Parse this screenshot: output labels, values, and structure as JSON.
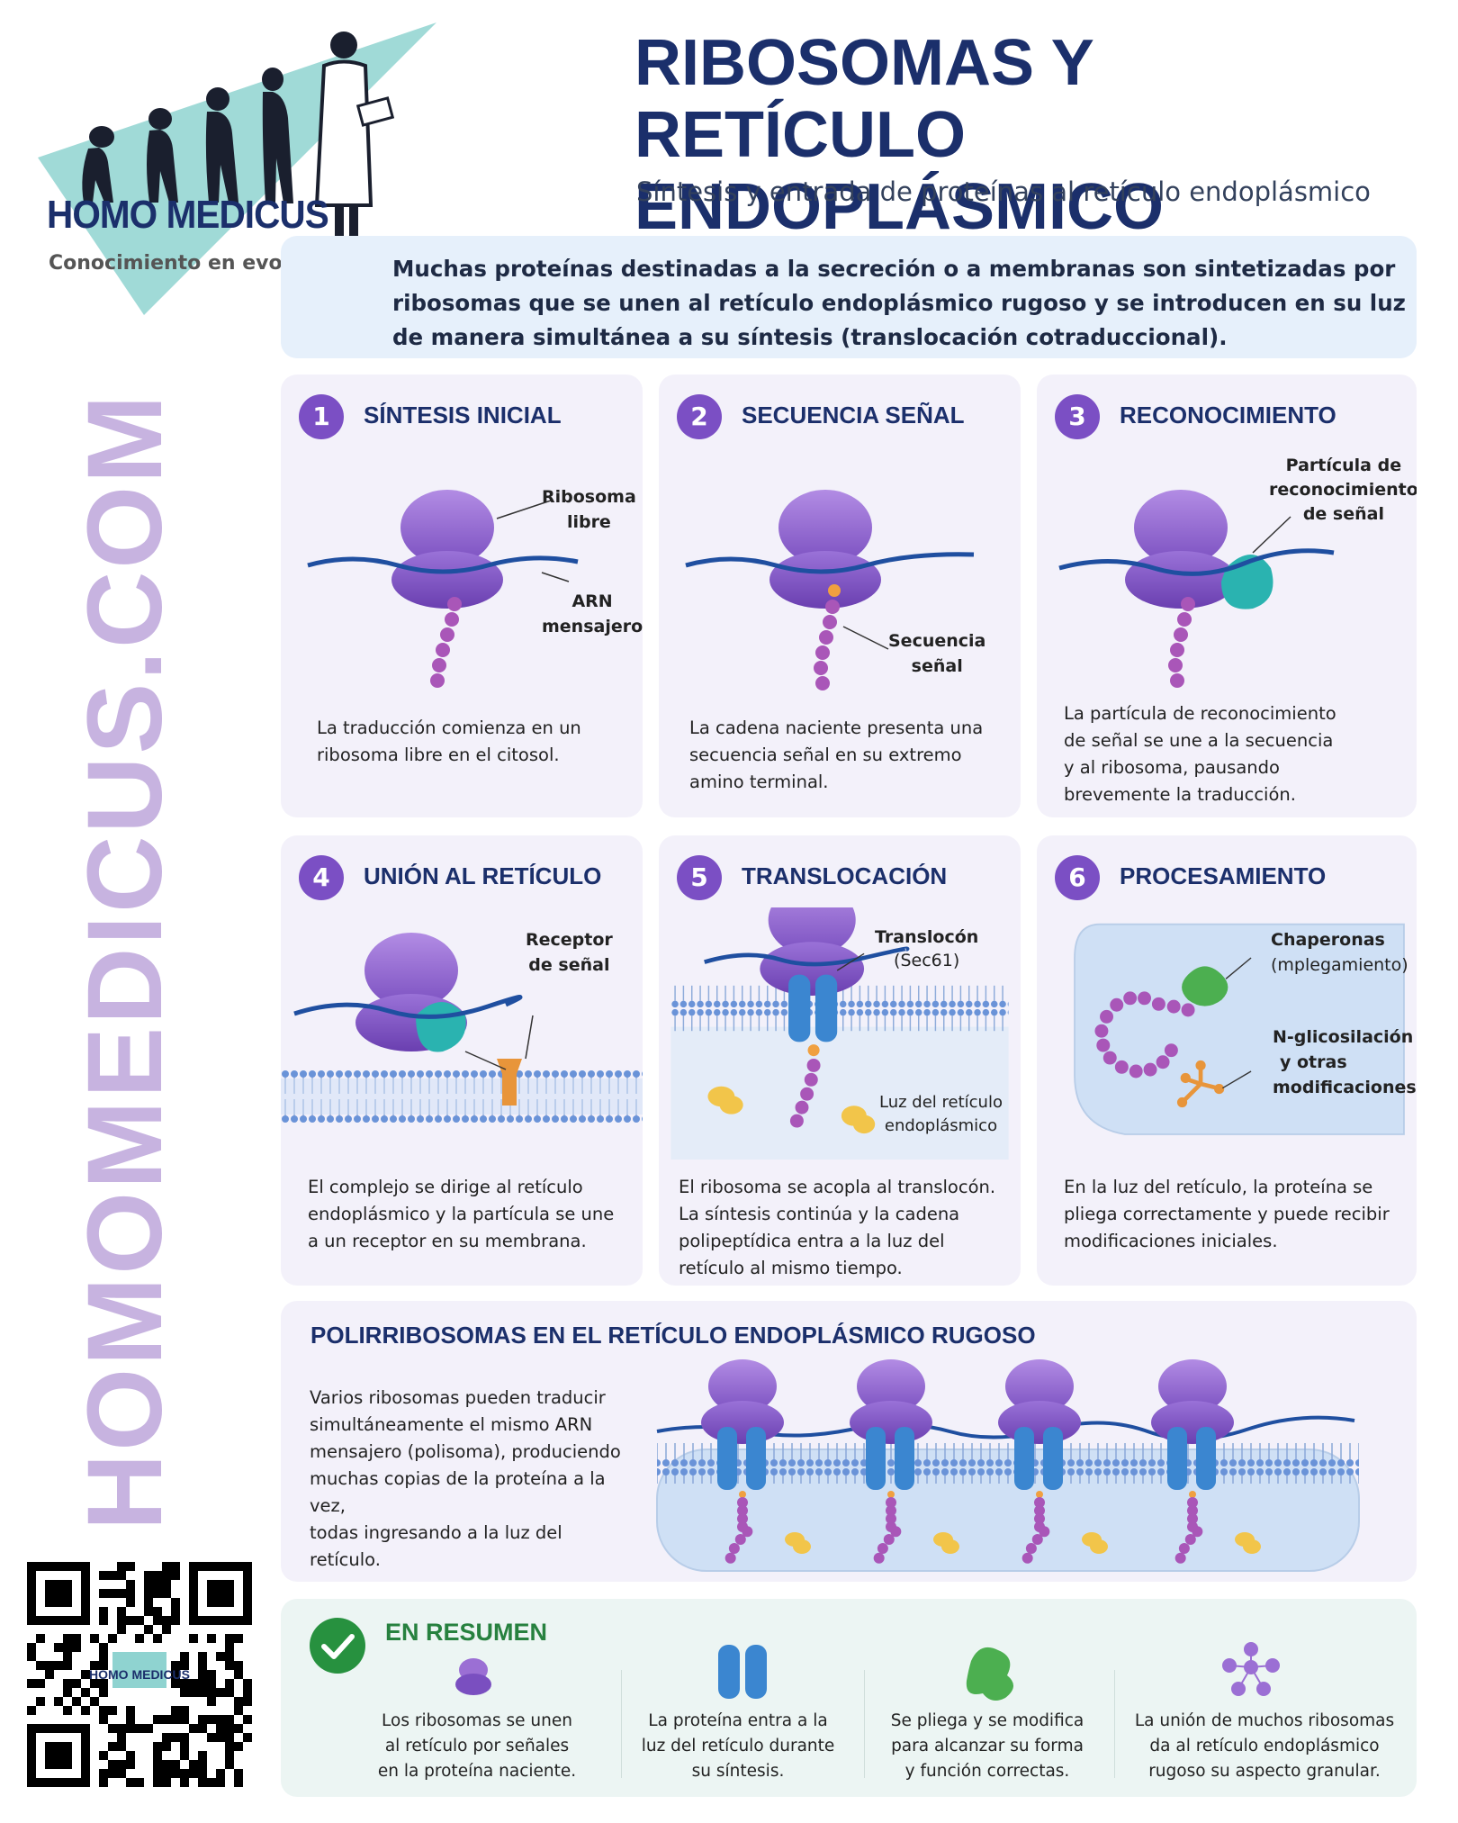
{
  "brand": {
    "name": "HOMO MEDICUS",
    "tagline": "Conocimiento en evolución...",
    "url": "HOMOMEDICUS.COM"
  },
  "header": {
    "title_line1": "RIBOSOMAS Y RETÍCULO",
    "title_line2": "ENDOPLÁSMICO RUGOSO",
    "subtitle": "Síntesis y entrada de proteínas al retículo endoplásmico"
  },
  "intro": {
    "line1": "Muchas proteínas destinadas a la secreción o a membranas son sintetizadas por",
    "line2": "ribosomas que se unen al retículo endoplásmico rugoso y se introducen en su luz",
    "line3": "de manera simultánea a su síntesis (translocación cotraduccional)."
  },
  "steps": [
    {
      "num": "1",
      "title": "SÍNTESIS INICIAL",
      "labels": {
        "a1": "Ribosoma",
        "a2": "libre",
        "b1": "ARN",
        "b2": "mensajero"
      },
      "text": [
        "La traducción comienza en un",
        "ribosoma libre en el citosol."
      ]
    },
    {
      "num": "2",
      "title": "SECUENCIA SEÑAL",
      "labels": {
        "a1": "Secuencia",
        "a2": "señal"
      },
      "text": [
        "La cadena naciente presenta una",
        "secuencia señal en su extremo",
        "amino terminal."
      ]
    },
    {
      "num": "3",
      "title": "RECONOCIMIENTO",
      "labels": {
        "a1": "Partícula de",
        "a2": "reconocimiento",
        "a3": "de señal"
      },
      "text": [
        "La partícula de reconocimiento",
        "de señal se une a la secuencia",
        "y al ribosoma, pausando",
        "brevemente la traducción."
      ]
    },
    {
      "num": "4",
      "title": "UNIÓN AL RETÍCULO",
      "labels": {
        "a1": "Receptor",
        "a2": "de señal"
      },
      "text": [
        "El complejo se dirige al retículo",
        "endoplásmico y la partícula se une",
        "a un receptor en su membrana."
      ]
    },
    {
      "num": "5",
      "title": "TRANSLOCACIÓN",
      "labels": {
        "a1": "Translocón",
        "a2": "(Sec61)",
        "b1": "Luz del retículo",
        "b2": "endoplásmico"
      },
      "text": [
        "El ribosoma se acopla al translocón.",
        "La síntesis continúa y la cadena",
        "polipeptídica entra a la luz del",
        "retículo al mismo tiempo."
      ]
    },
    {
      "num": "6",
      "title": "PROCESAMIENTO",
      "labels": {
        "a1": "Chaperonas",
        "a2": "(mplegamiento)",
        "b1": "N-glicosilación",
        "b2": "y otras",
        "b3": "modificaciones"
      },
      "text": [
        "En la luz del retículo, la proteína se",
        "pliega correctamente y puede recibir",
        "modificaciones iniciales."
      ]
    }
  ],
  "polysomes": {
    "title": "POLIRRIBOSOMAS EN EL RETÍCULO ENDOPLÁSMICO RUGOSO",
    "text": [
      "Varios ribosomas pueden traducir",
      "simultáneamente el mismo ARN",
      "mensajero (polisoma), produciendo",
      "muchas copias de la proteína a la vez,",
      "todas ingresando a la luz del retículo."
    ]
  },
  "summary": {
    "title": "EN RESUMEN",
    "items": [
      [
        "Los ribosomas se unen",
        "al retículo por señales",
        "en la proteína naciente."
      ],
      [
        "La proteína entra a la",
        "luz del retículo durante",
        "su síntesis."
      ],
      [
        "Se pliega y se modifica",
        "para alcanzar su forma",
        "y función correctas."
      ],
      [
        "La unión de muchos ribosomas",
        "da al retículo endoplásmico",
        "rugoso su aspecto granular."
      ]
    ]
  },
  "colors": {
    "navy": "#1b2f6b",
    "purple": "#7b4fc4",
    "ribosome": "#9b6fd4",
    "teal": "#2ab3b0",
    "orange": "#e8953a",
    "green": "#27813f",
    "accent_url": "#c7b3e0"
  }
}
